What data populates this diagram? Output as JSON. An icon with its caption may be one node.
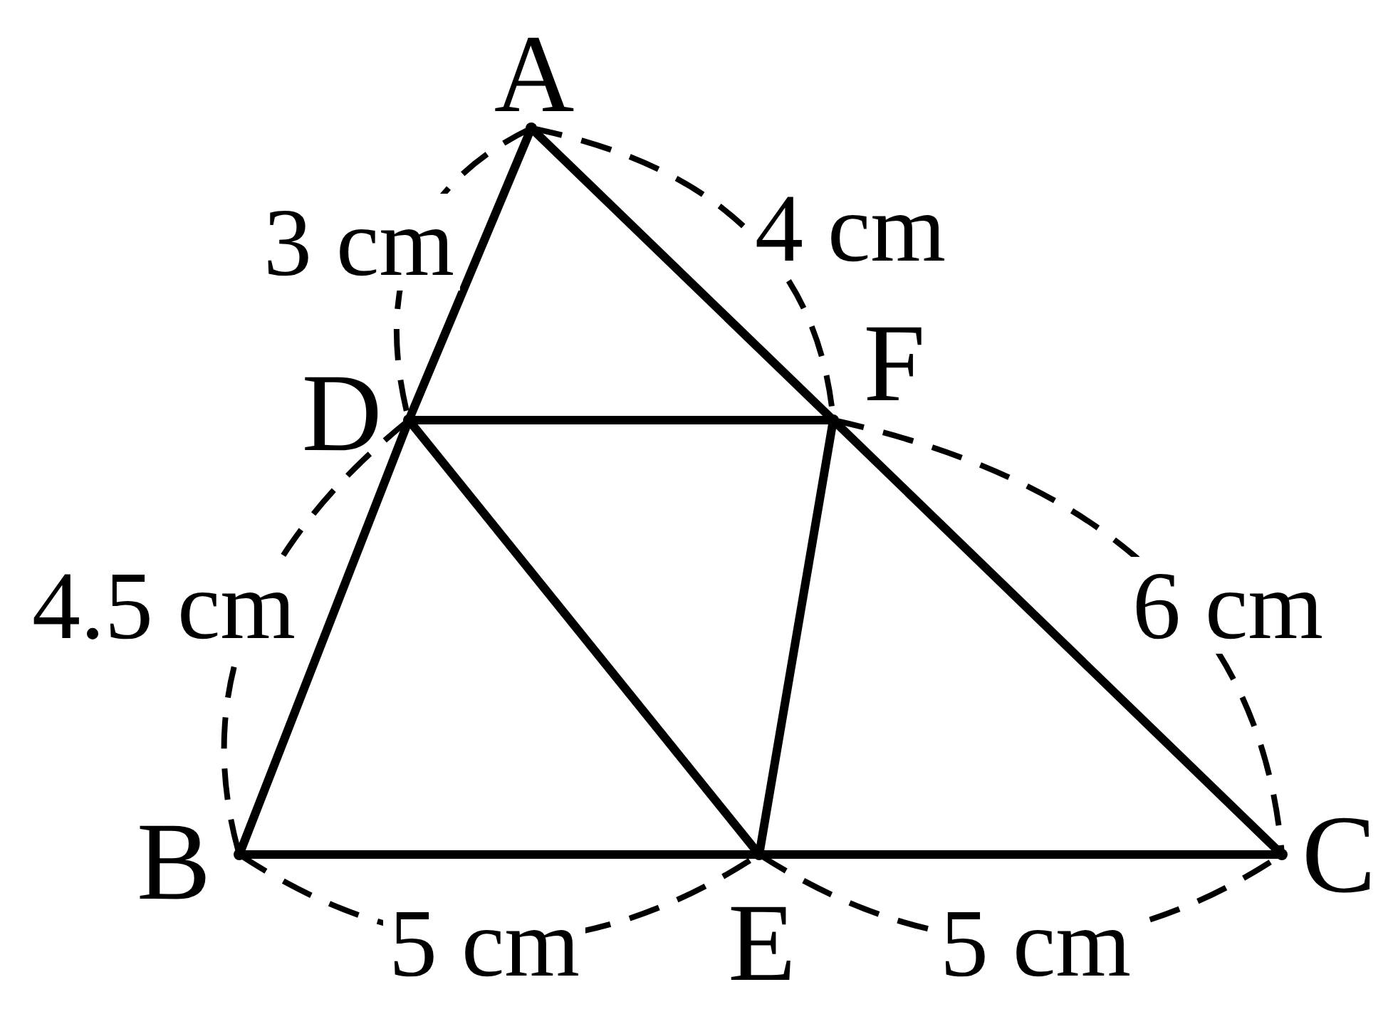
{
  "diagram": {
    "nodes": [
      {
        "text": [
          "A"
        ]
      },
      {
        "text": [
          "B"
        ]
      },
      {
        "text": [
          "C"
        ]
      },
      {
        "text": [
          "D"
        ]
      },
      {
        "text": [
          "E"
        ]
      },
      {
        "text": [
          "F"
        ]
      }
    ],
    "edges": [
      {
        "from": 0,
        "to": 3,
        "arrow": "none"
      },
      {
        "from": 3,
        "to": 1,
        "arrow": "none"
      },
      {
        "from": 1,
        "to": 4,
        "arrow": "none"
      },
      {
        "from": 4,
        "to": 2,
        "arrow": "none"
      },
      {
        "from": 2,
        "to": 5,
        "arrow": "none"
      },
      {
        "from": 5,
        "to": 0,
        "arrow": "none"
      },
      {
        "from": 3,
        "to": 5,
        "arrow": "none"
      },
      {
        "from": 3,
        "to": 4,
        "arrow": "none"
      },
      {
        "from": 4,
        "to": 5,
        "arrow": "none"
      }
    ],
    "labels": [
      "3 cm",
      "4 cm",
      "4.5 cm",
      "6 cm",
      "5 cm",
      "5 cm"
    ]
  }
}
